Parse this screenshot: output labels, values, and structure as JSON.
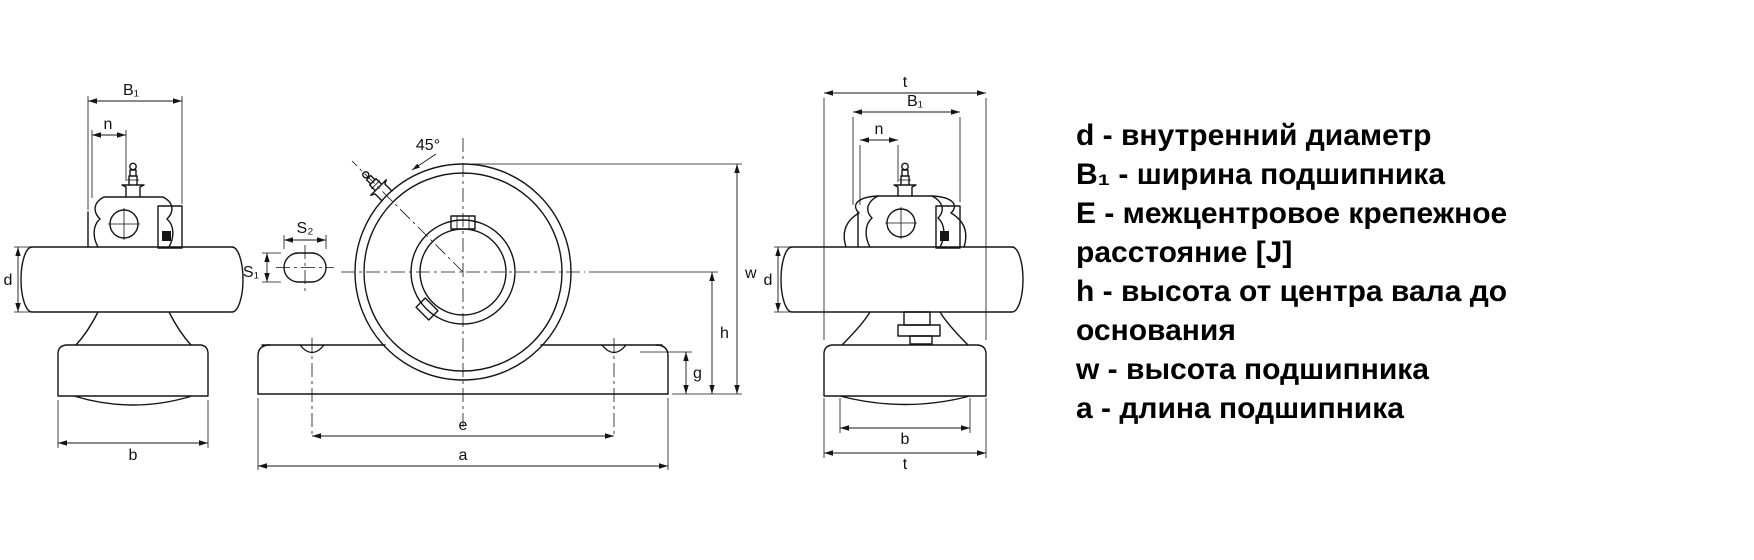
{
  "legend": {
    "items": [
      "d - внутренний диаметр",
      "B₁ - ширина подшипника",
      "E - межцентровое крепежное расстояние [J]",
      "h - высота от центра вала до основания",
      "w - высота подшипника",
      "a - длина подшипника"
    ]
  },
  "dims": {
    "left": {
      "B1": "B₁",
      "n": "n",
      "d": "d",
      "b": "b"
    },
    "center": {
      "S2": "S₂",
      "S1": "S₁",
      "angle": "45°",
      "w": "w",
      "h": "h",
      "g": "g",
      "e": "e",
      "a": "a"
    },
    "right": {
      "t_top": "t",
      "B1": "B₁",
      "n": "n",
      "d": "d",
      "b": "b",
      "t_bottom": "t"
    }
  }
}
